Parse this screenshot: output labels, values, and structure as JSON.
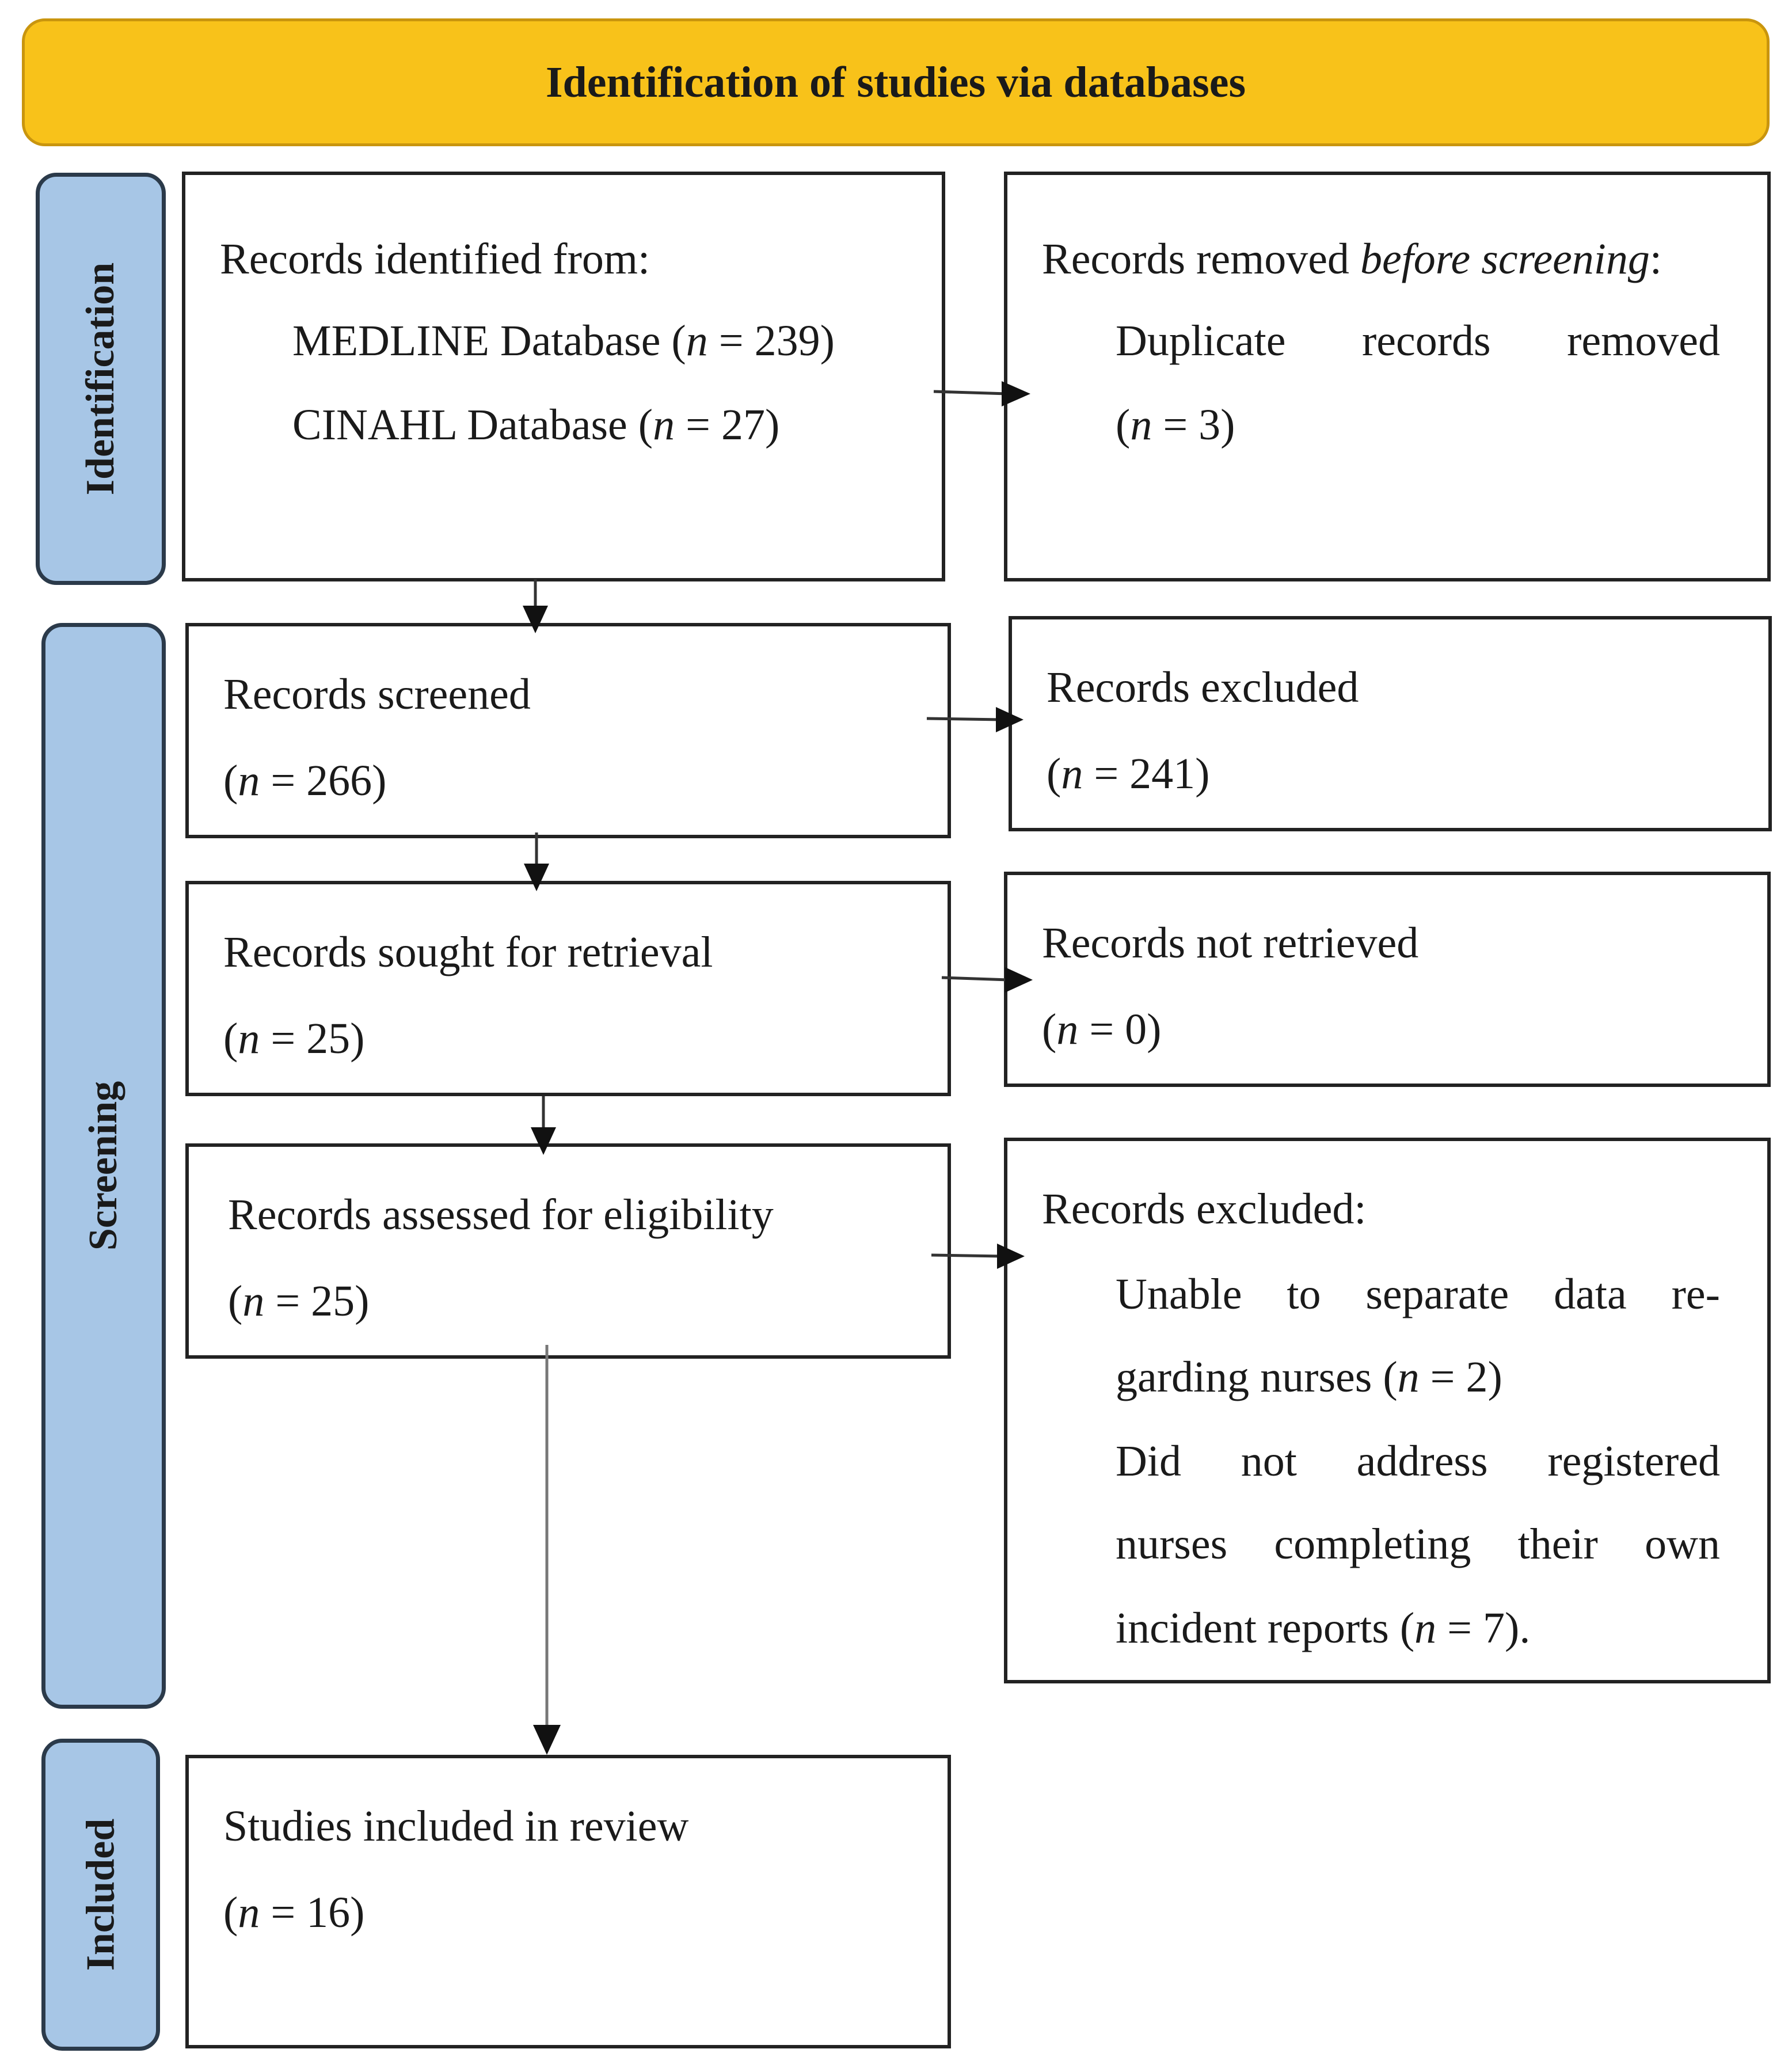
{
  "header": {
    "title": "Identification of studies via databases"
  },
  "phases": {
    "identification": "Identification",
    "screening": "Screening",
    "included": "Included"
  },
  "boxes": {
    "identified": {
      "title": "Records identified from:",
      "line1_text": "MEDLINE Database (",
      "line1_n": "n",
      "line1_value": " = 239)",
      "line2_text": "CINAHL Database (",
      "line2_n": "n",
      "line2_value": " = 27)"
    },
    "removed": {
      "title_text": "Records removed ",
      "title_italic": "before screening",
      "title_end": ":",
      "line1_words": [
        "Duplicate",
        "records",
        "removed"
      ],
      "line2_open": "(",
      "line2_n": "n",
      "line2_value": " = 3)"
    },
    "screened": {
      "title": "Records screened",
      "open": "(",
      "n": "n",
      "value": " = 266)"
    },
    "excluded1": {
      "title": "Records excluded",
      "open": "(",
      "n": "n",
      "value": " = 241)"
    },
    "sought": {
      "title": "Records sought for retrieval",
      "open": "(",
      "n": "n",
      "value": " = 25)"
    },
    "not_retrieved": {
      "title": "Records not retrieved",
      "open": "(",
      "n": "n",
      "value": " = 0)"
    },
    "assessed": {
      "title": "Records assessed for eligibility",
      "open": "(",
      "n": "n",
      "value": " = 25)"
    },
    "excluded2": {
      "title": "Records excluded:",
      "line1_words": [
        "Unable",
        "to",
        "separate",
        "data",
        "re-"
      ],
      "line2_text": "garding nurses (",
      "line2_n": "n",
      "line2_value": " = 2)",
      "line3_words": [
        "Did",
        "not",
        "address",
        "registered"
      ],
      "line4_words": [
        "nurses",
        "completing",
        "their",
        "own"
      ],
      "line5_text": "incident reports (",
      "line5_n": "n",
      "line5_value": " = 7)."
    },
    "included": {
      "title": "Studies included in review",
      "open": "(",
      "n": "n",
      "value": " = 16)"
    }
  }
}
